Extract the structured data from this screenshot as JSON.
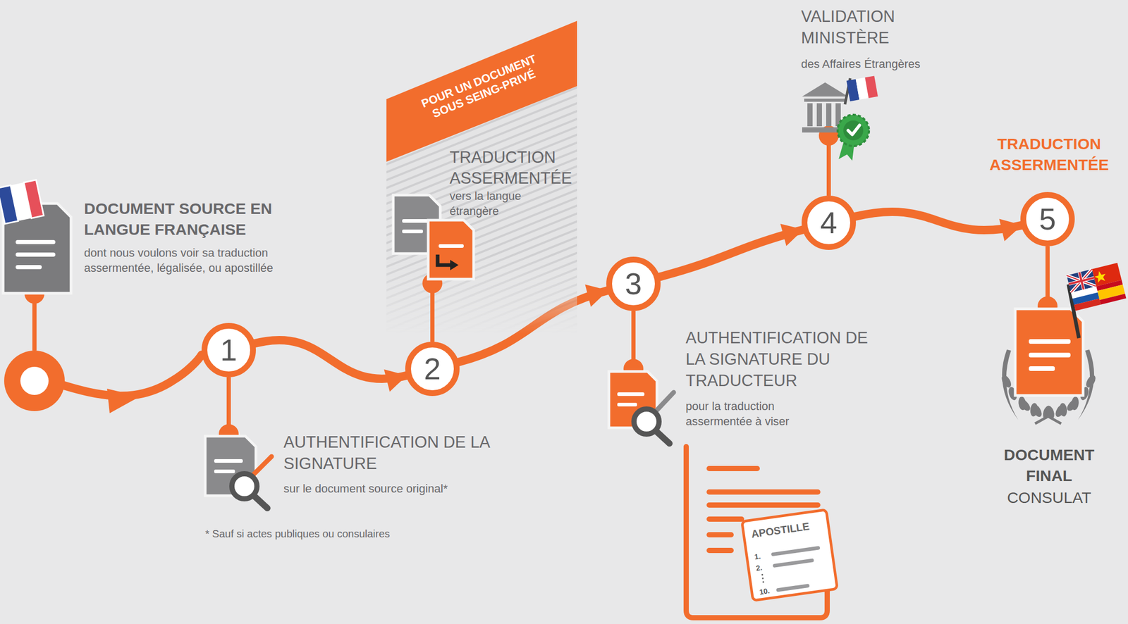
{
  "diagram": {
    "nodes": [
      {
        "text": [
          "1"
        ]
      },
      {
        "text": [
          "TRADUCTION ASSERMENTÉE",
          "vers la langue étrangère"
        ]
      },
      {
        "text": [
          "POUR UN DOCUMENT SOUS SEING-PRIVÉ"
        ],
        "in": 1
      },
      {
        "text": [
          "2"
        ]
      },
      {
        "text": [
          "3"
        ]
      },
      {
        "text": [
          "4"
        ]
      },
      {
        "text": [
          "5"
        ]
      },
      {
        "text": [
          "APOSTILLE",
          "1.",
          "2.",
          "10."
        ]
      }
    ],
    "edges": [
      {
        "from": 0,
        "to": 3,
        "arrow": "to"
      },
      {
        "from": 3,
        "to": 4,
        "arrow": "to"
      },
      {
        "from": 4,
        "to": 5,
        "arrow": "to"
      },
      {
        "from": 5,
        "to": 6,
        "arrow": "to"
      }
    ],
    "labels": [
      "DOCUMENT SOURCE EN LANGUE FRANÇAISE",
      "dont nous voulons voir sa traduction assermentée, légalisée, ou apostillée",
      "AUTHENTIFICATION DE LA SIGNATURE",
      "sur le document source original*",
      "* Sauf si actes publiques ou consulaires",
      "AUTHENTIFICATION DE LA SIGNATURE DU TRADUCTEUR",
      "pour la traduction assermentée à viser",
      "VALIDATION MINISTÈRE",
      "des Affaires Étrangères",
      "TRADUCTION ASSERMENTÉE",
      "DOCUMENT FINAL",
      "CONSULAT"
    ]
  }
}
